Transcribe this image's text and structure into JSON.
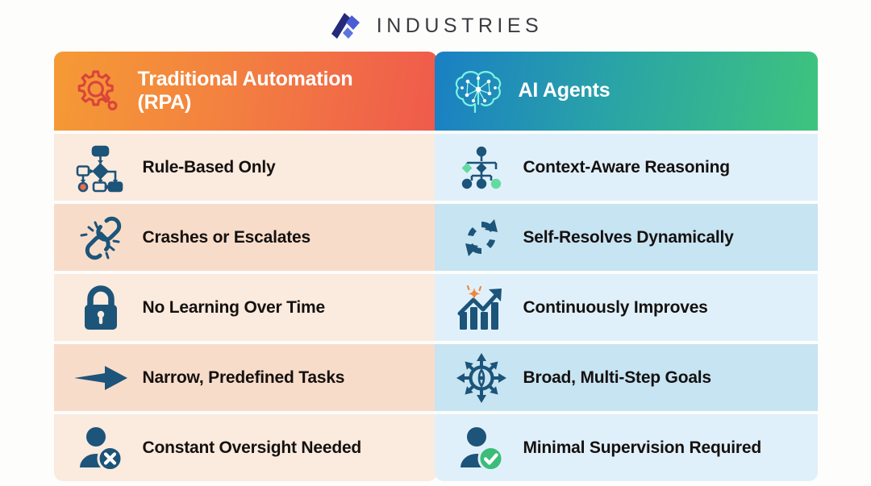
{
  "brand": {
    "name": "INDUSTRIES",
    "logo_icon": "industries-logo-icon",
    "logo_colors": [
      "#262a7a",
      "#4558c9",
      "#5d73e0"
    ]
  },
  "comparison": {
    "columns": [
      {
        "key": "rpa",
        "header": {
          "title": "Traditional Automation (RPA)",
          "title_line1": "Traditional Automation",
          "title_line2": "(RPA)",
          "icon": "gear-magnifier-icon",
          "gradient_from": "#f59a35",
          "gradient_to": "#ef5a4c",
          "text_color": "#ffffff"
        },
        "rows": [
          {
            "label": "Rule-Based Only",
            "icon": "flowchart-icon",
            "bg": "#fbeade"
          },
          {
            "label": "Crashes or Escalates",
            "icon": "broken-chain-icon",
            "bg": "#f8dcca"
          },
          {
            "label": "No Learning Over Time",
            "icon": "padlock-icon",
            "bg": "#fbeade"
          },
          {
            "label": "Narrow, Predefined Tasks",
            "icon": "right-arrow-icon",
            "bg": "#f8dcca"
          },
          {
            "label": "Constant Oversight Needed",
            "icon": "user-x-icon",
            "bg": "#fbeade"
          }
        ]
      },
      {
        "key": "ai",
        "header": {
          "title": "AI Agents",
          "title_line1": "AI Agents",
          "title_line2": "",
          "icon": "neural-brain-icon",
          "gradient_from": "#1a7fc4",
          "gradient_to": "#3fc47d",
          "text_color": "#ffffff"
        },
        "rows": [
          {
            "label": "Context-Aware Reasoning",
            "icon": "decision-tree-icon",
            "bg": "#e0f0fb"
          },
          {
            "label": "Self-Resolves Dynamically",
            "icon": "refresh-cycle-icon",
            "bg": "#c7e4f3"
          },
          {
            "label": "Continuously Improves",
            "icon": "growth-chart-sparkle-icon",
            "bg": "#e0f0fb"
          },
          {
            "label": "Broad, Multi-Step Goals",
            "icon": "compass-burst-icon",
            "bg": "#c7e4f3"
          },
          {
            "label": "Minimal Supervision Required",
            "icon": "user-check-icon",
            "bg": "#e0f0fb"
          }
        ]
      }
    ]
  },
  "palette": {
    "icon_navy": "#1d5479",
    "icon_teal_dark": "#1b5b7a",
    "accent_green": "#3bbd7a",
    "accent_orange": "#f0883c",
    "accent_red": "#e2603f",
    "page_background": "#fdfdfc",
    "label_text": "#14110f"
  }
}
